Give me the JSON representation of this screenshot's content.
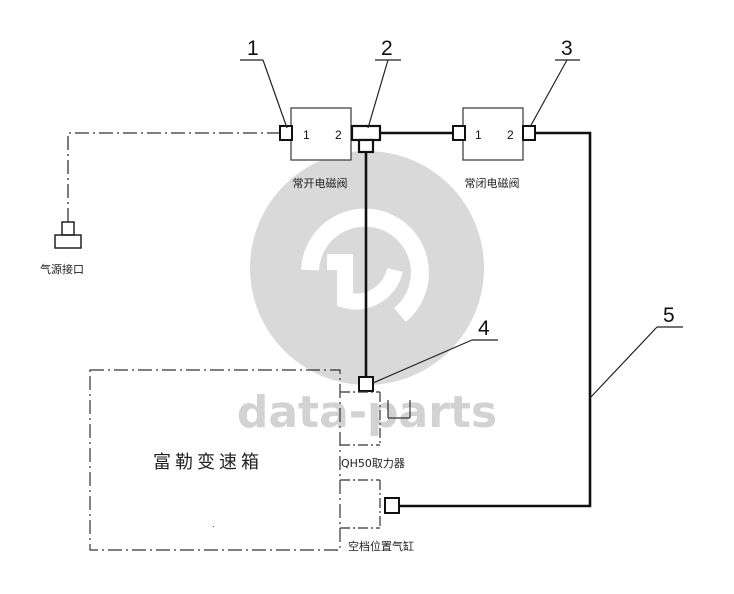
{
  "callouts": {
    "c1": "1",
    "c2": "2",
    "c3": "3",
    "c4": "4",
    "c5": "5"
  },
  "valves": {
    "open_valve": {
      "label": "常开电磁阀",
      "port_in": "1",
      "port_out": "2"
    },
    "close_valve": {
      "label": "常闭电磁阀",
      "port_in": "1",
      "port_out": "2"
    }
  },
  "air_source": {
    "label": "气源接口"
  },
  "gearbox": {
    "label": "富勒变速箱"
  },
  "pto": {
    "label": "QH50取力器"
  },
  "neutral_cylinder": {
    "label": "空档位置气缸"
  },
  "watermark": {
    "text": "data-parts"
  }
}
